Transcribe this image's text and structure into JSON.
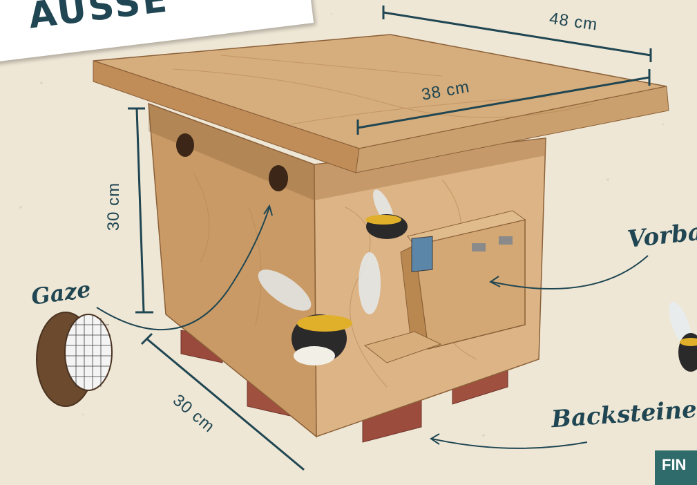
{
  "header": {
    "title_fragment": "AUSSE"
  },
  "dimensions": {
    "roof_width": "48 cm",
    "box_width": "38 cm",
    "height": "30 cm",
    "depth": "30 cm"
  },
  "labels": {
    "gaze": "Gaze",
    "vorbau": "Vorbau",
    "backsteine": "Backsteine"
  },
  "corner_tag": {
    "text": "FIN"
  },
  "colors": {
    "ink": "#1f4652",
    "wood_light": "#dcb485",
    "wood_mid": "#c99a66",
    "wood_dark": "#a8774a",
    "brick": "#9a4a3c",
    "tag_bg": "#2f6b6b"
  }
}
